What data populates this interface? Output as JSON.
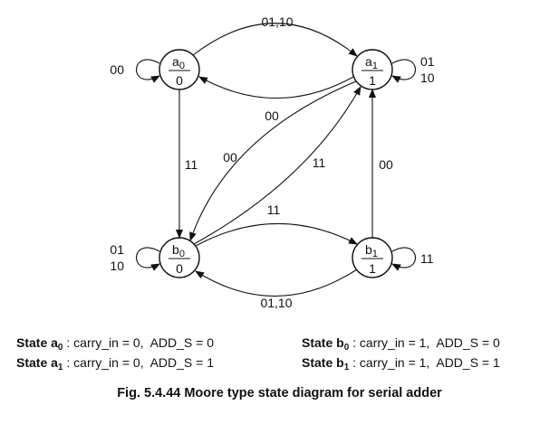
{
  "states": [
    {
      "id": "a0",
      "letter": "a",
      "sub": "0",
      "output": "0"
    },
    {
      "id": "a1",
      "letter": "a",
      "sub": "1",
      "output": "1"
    },
    {
      "id": "b0",
      "letter": "b",
      "sub": "0",
      "output": "0"
    },
    {
      "id": "b1",
      "letter": "b",
      "sub": "1",
      "output": "1"
    }
  ],
  "transitions": [
    {
      "from": "a0",
      "to": "a0",
      "label": "00"
    },
    {
      "from": "a0",
      "to": "a1",
      "label": "01,10"
    },
    {
      "from": "a1",
      "to": "a0",
      "label": "00"
    },
    {
      "from": "a1",
      "to": "a1",
      "label": "01\n10"
    },
    {
      "from": "a0",
      "to": "b0",
      "label": "11"
    },
    {
      "from": "a1",
      "to": "b0",
      "label": "00"
    },
    {
      "from": "b0",
      "to": "a1",
      "label": "11"
    },
    {
      "from": "b1",
      "to": "a1",
      "label": "00"
    },
    {
      "from": "b0",
      "to": "b0",
      "label": "01\n10"
    },
    {
      "from": "b0",
      "to": "b1",
      "label": "11"
    },
    {
      "from": "b1",
      "to": "b0",
      "label": "01,10"
    },
    {
      "from": "b1",
      "to": "b1",
      "label": "11"
    }
  ],
  "legend": [
    {
      "name": "State a",
      "sub": "0",
      "desc": " : carry_in = 0,  ADD_S = 0"
    },
    {
      "name": "State a",
      "sub": "1",
      "desc": " : carry_in = 0,  ADD_S = 1"
    },
    {
      "name": "State b",
      "sub": "0",
      "desc": " : carry_in = 1,  ADD_S = 0"
    },
    {
      "name": "State b",
      "sub": "1",
      "desc": " : carry_in = 1,  ADD_S = 1"
    }
  ],
  "caption": "Fig. 5.4.44 Moore type state diagram for serial adder"
}
